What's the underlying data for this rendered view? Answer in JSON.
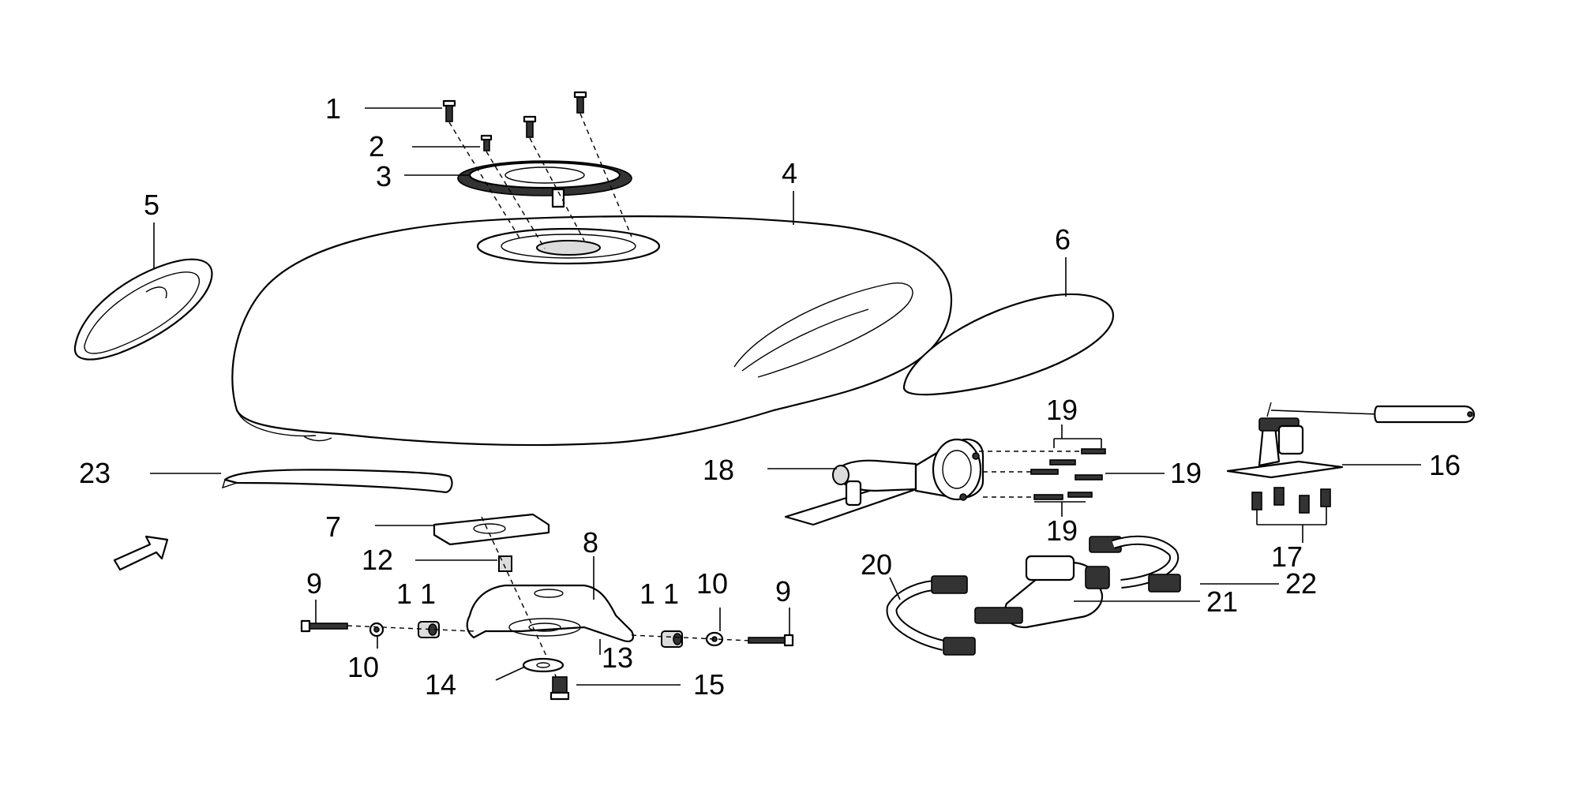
{
  "callouts": {
    "c1": "1",
    "c2": "2",
    "c3": "3",
    "c4": "4",
    "c5": "5",
    "c6": "6",
    "c7": "7",
    "c8": "8",
    "c9a": "9",
    "c9b": "9",
    "c10a": "10",
    "c10b": "10",
    "c11a": "1 1",
    "c11b": "1 1",
    "c12": "12",
    "c13": "13",
    "c14": "14",
    "c15": "15",
    "c16": "16",
    "c17": "17",
    "c18": "18",
    "c19a": "19",
    "c19b": "19",
    "c19c": "19",
    "c20": "20",
    "c21": "21",
    "c22": "22",
    "c23": "23"
  },
  "colors": {
    "line": "#000000",
    "background": "#ffffff",
    "fill_gray": "#dcdcdc"
  }
}
